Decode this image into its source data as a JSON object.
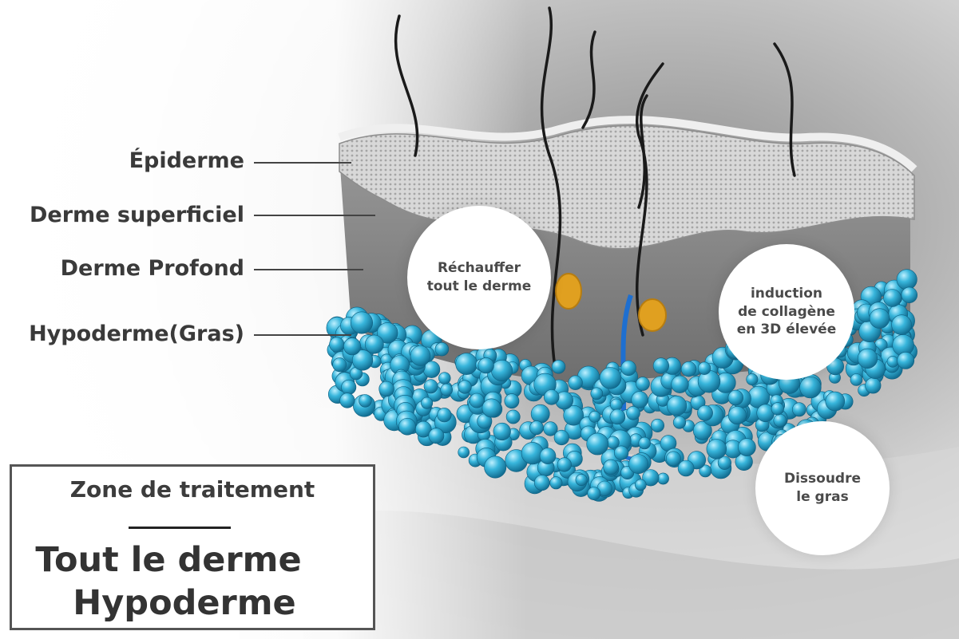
{
  "layers": {
    "epiderme": "Épiderme",
    "derme_superficiel": "Derme superficiel",
    "derme_profond": "Derme Profond",
    "hypoderme": "Hypoderme(Gras)"
  },
  "callouts": {
    "rechauffer": "Réchauffer\ntout le derme",
    "collagene": "induction\nde collagène\nen 3D élevée",
    "dissoudre": "Dissoudre\nle gras"
  },
  "zone": {
    "heading": "Zone de traitement",
    "line1": "Tout le derme",
    "line2": "Hypoderme"
  },
  "colors": {
    "fat_cells": "#2aa6cc",
    "fat_cells_light": "#6fd0ea",
    "gland": "#e0a020",
    "vessel": "#1e6fd0"
  }
}
